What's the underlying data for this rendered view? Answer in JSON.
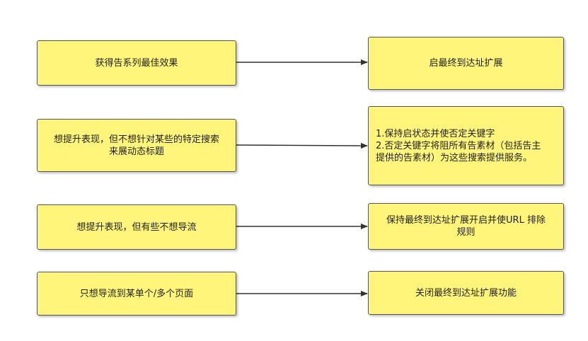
{
  "colors": {
    "box_fill": "#fff57a",
    "box_border": "#555555",
    "arrow": "#333333"
  },
  "rows": [
    {
      "condition": "获得告系列最佳效果",
      "action": "启最终到达址扩展"
    },
    {
      "condition": "想提升表现，但不想针对某些的特定搜索\n来展动态标题",
      "action": "1.保持启状态并使否定关键字\n2.否定关键字将阻所有告素材（包括告主\n提供的告素材）为这些搜索提供服务。"
    },
    {
      "condition": "想提升表现，但有些不想导流",
      "action": "保持最终到达址扩展开启并使URL 排除\n规则"
    },
    {
      "condition": "只想导流到某单个/多个页面",
      "action": "关闭最终到达址扩展功能"
    }
  ]
}
